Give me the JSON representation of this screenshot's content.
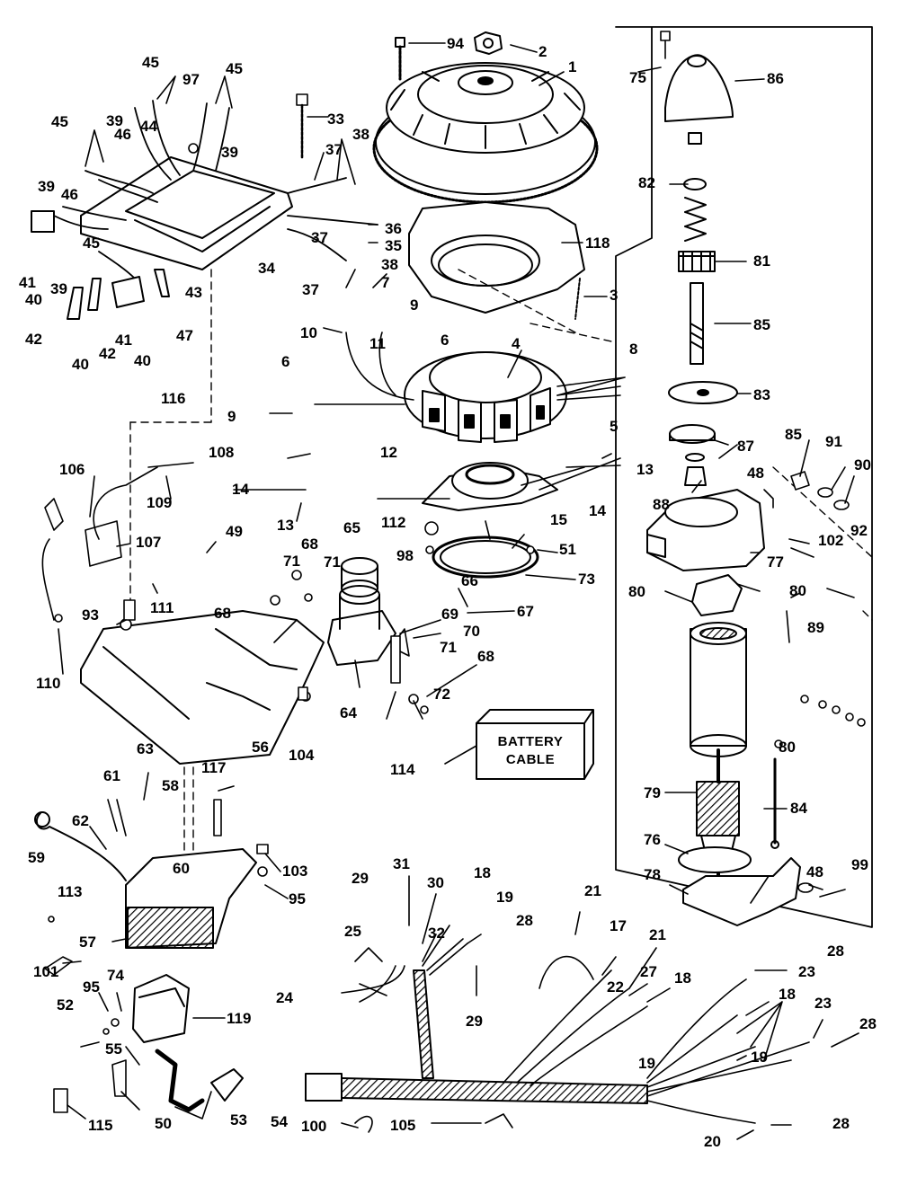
{
  "battery_label": {
    "line1": "BATTERY",
    "line2": "CABLE"
  },
  "callouts": [
    "1",
    "2",
    "3",
    "4",
    "5",
    "6",
    "6",
    "7",
    "8",
    "9",
    "9",
    "10",
    "11",
    "12",
    "13",
    "13",
    "14",
    "14",
    "15",
    "17",
    "18",
    "18",
    "18",
    "19",
    "19",
    "19",
    "20",
    "21",
    "21",
    "22",
    "23",
    "23",
    "24",
    "25",
    "27",
    "28",
    "28",
    "28",
    "28",
    "29",
    "29",
    "30",
    "31",
    "32",
    "33",
    "34",
    "35",
    "36",
    "37",
    "37",
    "37",
    "38",
    "38",
    "39",
    "39",
    "39",
    "39",
    "40",
    "40",
    "40",
    "41",
    "41",
    "42",
    "42",
    "43",
    "44",
    "45",
    "45",
    "45",
    "45",
    "46",
    "46",
    "47",
    "48",
    "48",
    "49",
    "50",
    "51",
    "52",
    "53",
    "54",
    "55",
    "56",
    "57",
    "58",
    "59",
    "60",
    "61",
    "62",
    "63",
    "64",
    "65",
    "66",
    "67",
    "68",
    "68",
    "68",
    "69",
    "70",
    "71",
    "71",
    "71",
    "72",
    "73",
    "74",
    "75",
    "76",
    "77",
    "78",
    "79",
    "80",
    "80",
    "80",
    "81",
    "82",
    "83",
    "84",
    "85",
    "85",
    "86",
    "87",
    "88",
    "89",
    "90",
    "91",
    "92",
    "93",
    "94",
    "95",
    "95",
    "97",
    "98",
    "99",
    "100",
    "101",
    "102",
    "103",
    "104",
    "105",
    "106",
    "107",
    "108",
    "109",
    "110",
    "111",
    "112",
    "113",
    "114",
    "115",
    "116",
    "117",
    "118",
    "119"
  ]
}
